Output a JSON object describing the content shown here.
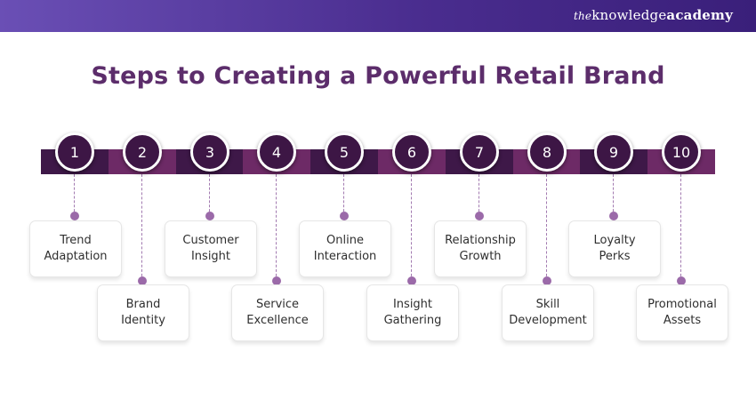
{
  "header": {
    "brand": {
      "the": "the",
      "knowledge": "knowledge",
      "academy": "academy"
    }
  },
  "title": "Steps to Creating a Powerful Retail Brand",
  "colors": {
    "band_segments": [
      "#3e1848",
      "#6d2a66"
    ],
    "circle_fill": "#3d1645",
    "title": "#5c2d6b",
    "dot": "#9b6aa9"
  },
  "steps": [
    {
      "number": "1",
      "label": "Trend\nAdaptation"
    },
    {
      "number": "2",
      "label": "Brand\nIdentity"
    },
    {
      "number": "3",
      "label": "Customer\nInsight"
    },
    {
      "number": "4",
      "label": "Service\nExcellence"
    },
    {
      "number": "5",
      "label": "Online\nInteraction"
    },
    {
      "number": "6",
      "label": "Insight\nGathering"
    },
    {
      "number": "7",
      "label": "Relationship\nGrowth"
    },
    {
      "number": "8",
      "label": "Skill\nDevelopment"
    },
    {
      "number": "9",
      "label": "Loyalty\nPerks"
    },
    {
      "number": "10",
      "label": "Promotional\nAssets"
    }
  ]
}
